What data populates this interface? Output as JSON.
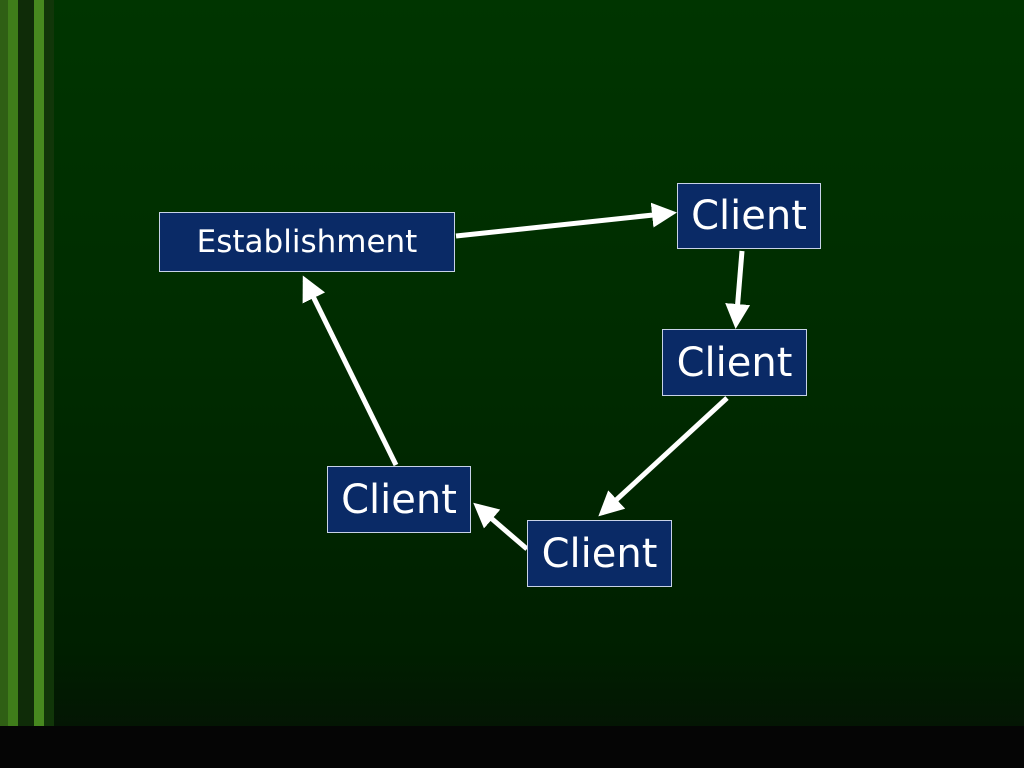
{
  "colors": {
    "background": "#003300",
    "node_fill": "#0a2a66",
    "node_border": "#c8d2e8",
    "arrow": "#ffffff"
  },
  "nodes": {
    "establishment": "Establishment",
    "client_1": "Client",
    "client_2": "Client",
    "client_3": "Client",
    "client_4": "Client"
  },
  "edges": [
    {
      "from": "establishment",
      "to": "client_1"
    },
    {
      "from": "client_1",
      "to": "client_2"
    },
    {
      "from": "client_2",
      "to": "client_3"
    },
    {
      "from": "client_3",
      "to": "client_4"
    },
    {
      "from": "client_4",
      "to": "establishment"
    }
  ]
}
